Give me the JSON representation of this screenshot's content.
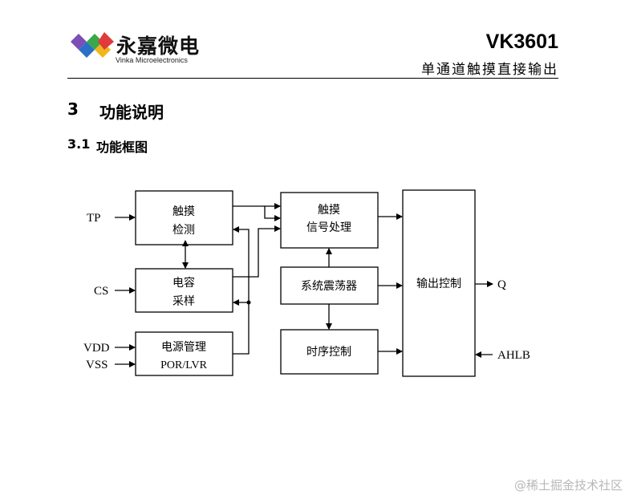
{
  "header": {
    "brand_name": "永嘉微电",
    "brand_sub": "Vinka Microelectronics",
    "model": "VK3601",
    "subtitle": "单通道触摸直接输出"
  },
  "section": {
    "number": "3",
    "title": "功能说明"
  },
  "subsection": {
    "number": "3.1",
    "title": "功能框图"
  },
  "diagram": {
    "pins": {
      "tp": "TP",
      "cs": "CS",
      "vdd": "VDD",
      "vss": "VSS",
      "q": "Q",
      "ahlb": "AHLB"
    },
    "blocks": {
      "touch_detect": [
        "触摸",
        "检测"
      ],
      "cap_sample": [
        "电容",
        "采样"
      ],
      "power_mgmt": [
        "电源管理",
        "POR/LVR"
      ],
      "signal_proc": [
        "触摸",
        "信号处理"
      ],
      "oscillator": "系统震荡器",
      "timing": "时序控制",
      "output_ctrl": "输出控制"
    }
  },
  "watermark": "@稀土掘金技术社区",
  "colors": {
    "logo_blue": "#2b6fc6",
    "logo_red": "#e03a3a",
    "logo_green": "#3aa84a",
    "logo_yellow": "#f2b51c"
  }
}
